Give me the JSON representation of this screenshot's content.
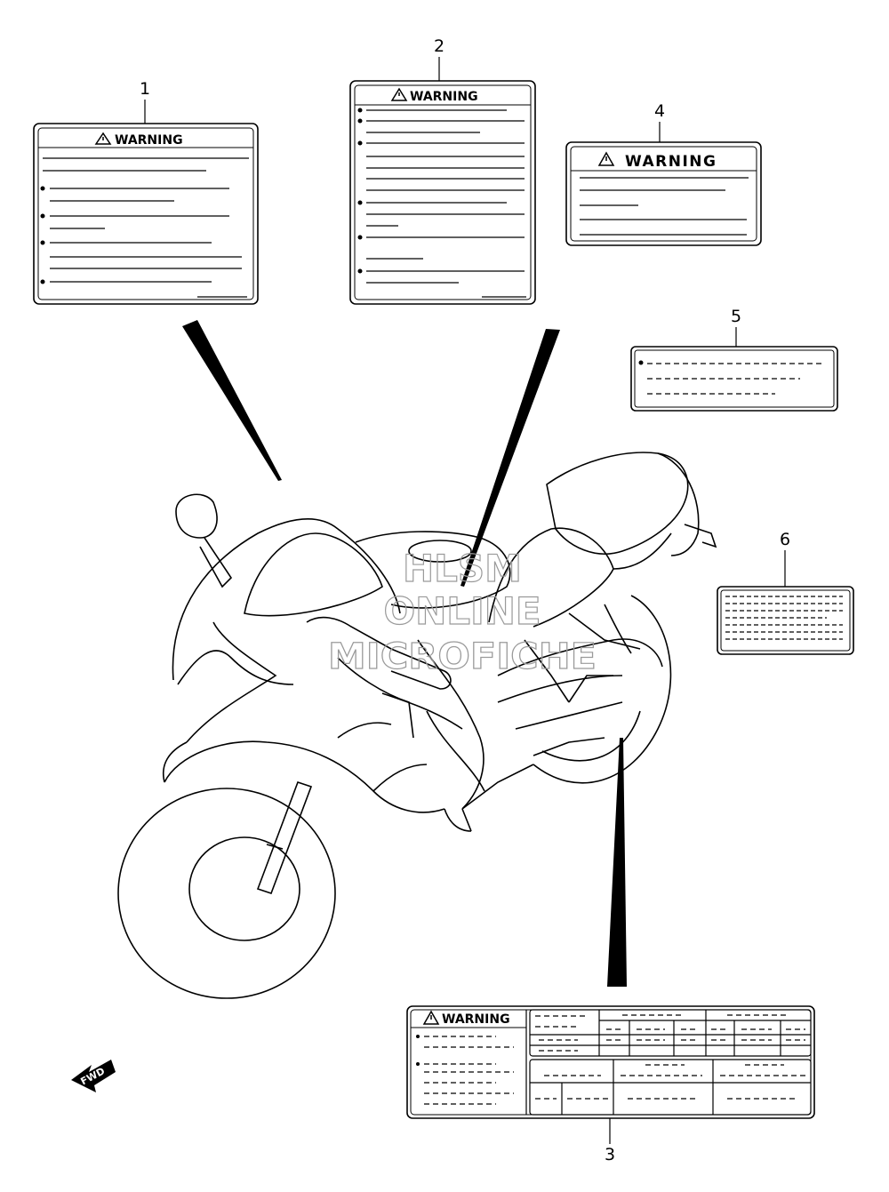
{
  "callouts": [
    "1",
    "2",
    "3",
    "4",
    "5",
    "6"
  ],
  "labels": {
    "warning_text": "WARNING"
  },
  "watermark": {
    "line1": "HLSM",
    "line2": "ONLINE",
    "line3": "MICROFICHE"
  },
  "direction": {
    "fwd": "FWD"
  },
  "icons": {
    "warning": "warning-triangle-icon",
    "forward": "fwd-arrow-icon"
  }
}
